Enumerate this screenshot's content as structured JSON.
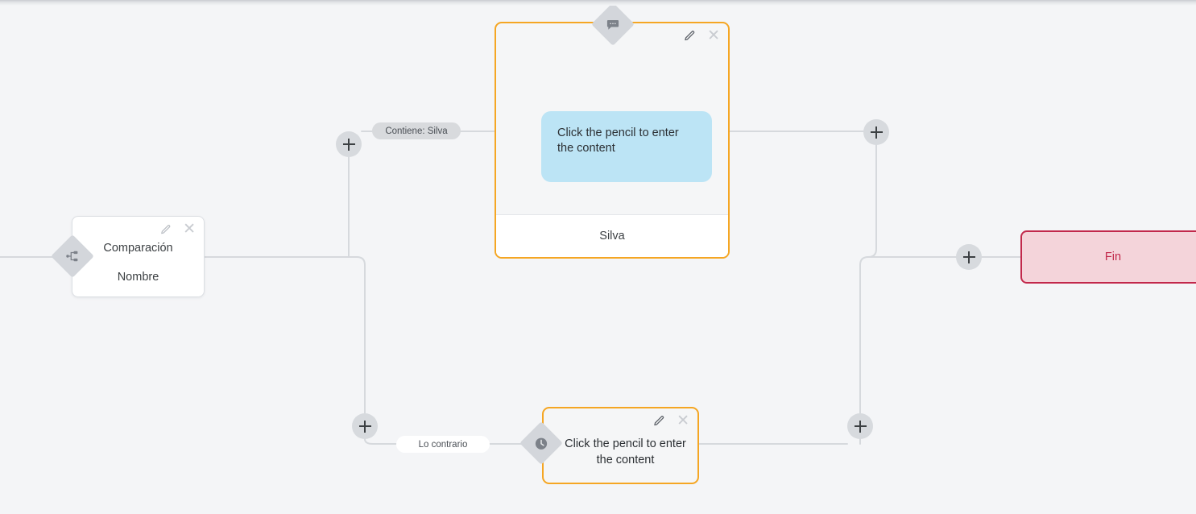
{
  "canvas": {
    "background": "#f4f5f7",
    "edge_color": "#d6d9dd"
  },
  "nodes": {
    "comparison": {
      "name": "Comparación",
      "title": "Comparación",
      "subtitle": "Nombre",
      "badge_icon": "branch-split-icon",
      "edit_icon": "pencil-icon",
      "close_icon": "close-icon"
    },
    "message": {
      "badge_icon": "message-bubble-icon",
      "edit_icon": "pencil-icon",
      "close_icon": "close-icon",
      "bubble_text": "Click the pencil to enter the content",
      "bubble_color": "#bce4f5",
      "footer_label": "Silva",
      "border_color": "#f5a623"
    },
    "delay": {
      "badge_icon": "clock-icon",
      "edit_icon": "pencil-icon",
      "close_icon": "close-icon",
      "body_text": "Click the pencil to enter the content",
      "border_color": "#f5a623"
    },
    "end": {
      "label": "Fin",
      "border_color": "#c2284b",
      "fill_color": "#f4d4da"
    }
  },
  "edge_labels": {
    "true_branch": "Contiene: Silva",
    "false_branch": "Lo contrario"
  },
  "handles": {
    "add_icon": "plus-icon",
    "branch_true_label": "+",
    "branch_false_label": "+",
    "message_out_label": "+",
    "delay_out_label": "+",
    "end_in_label": "+"
  }
}
